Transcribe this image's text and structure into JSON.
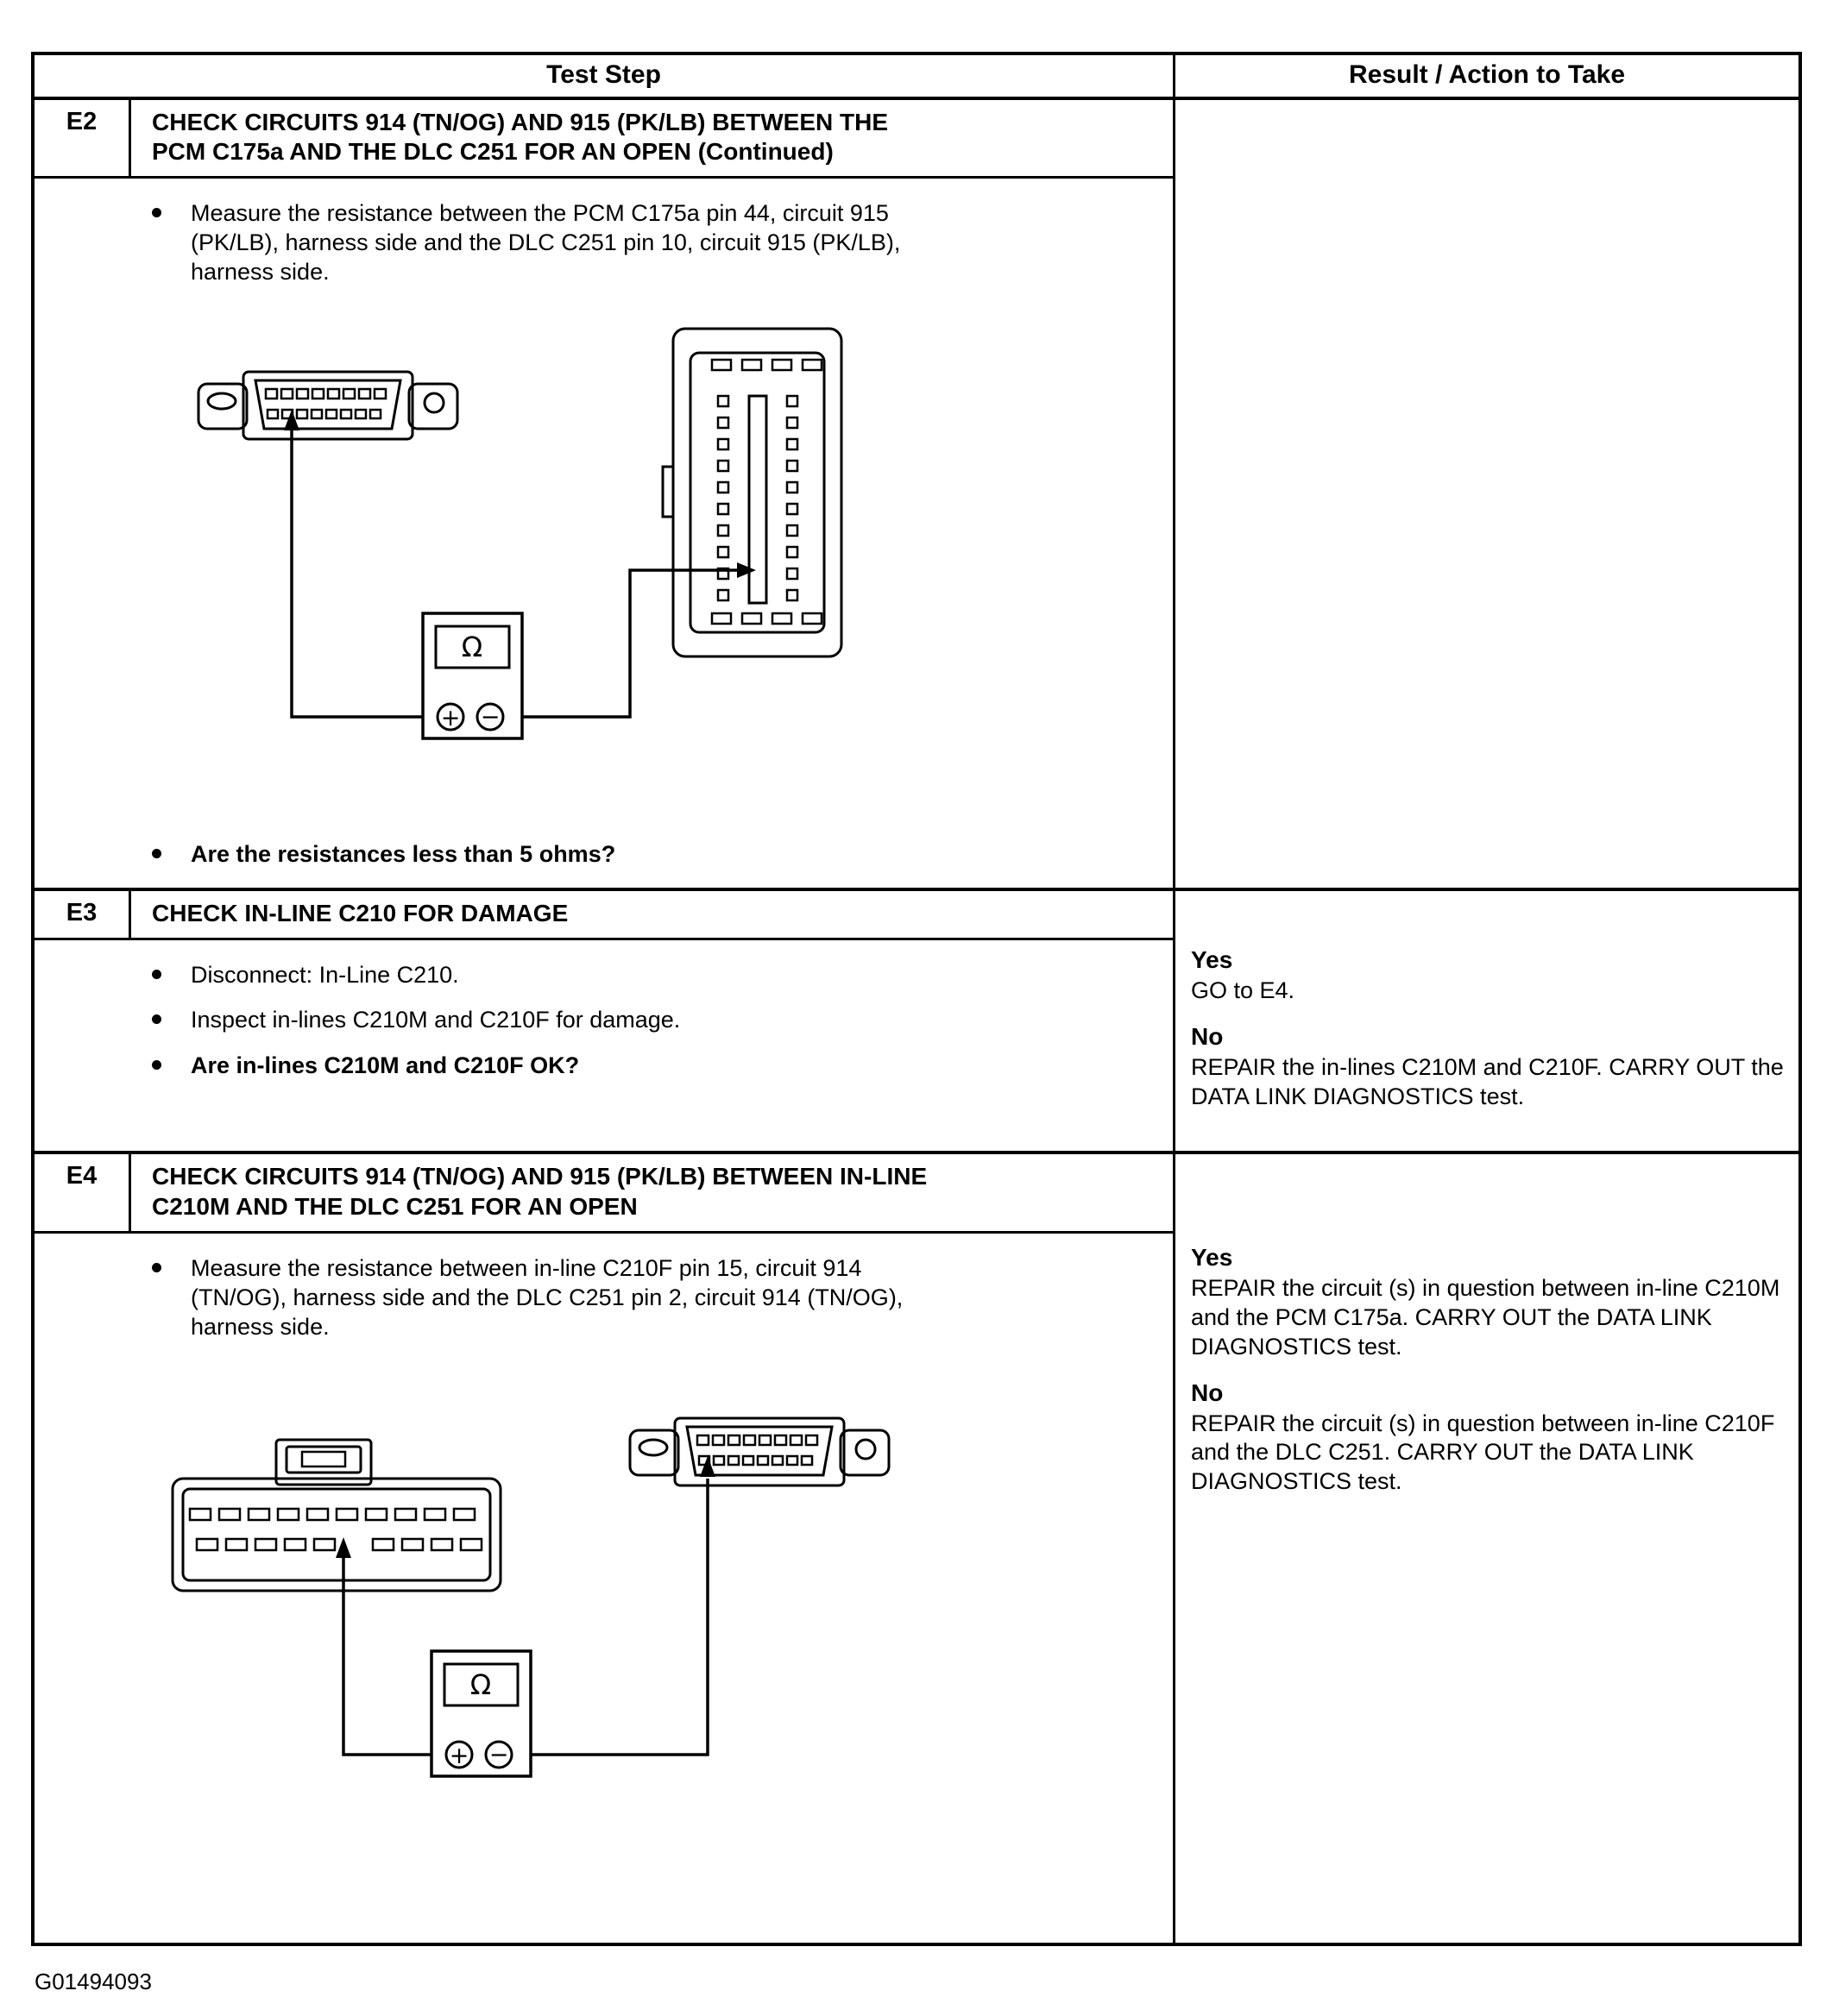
{
  "page": {
    "figure_id": "G01494093"
  },
  "symbols": {
    "ohm": "Ω",
    "plus": "+",
    "minus": "−"
  },
  "table": {
    "header": {
      "test_step": "Test Step",
      "result_action": "Result / Action to Take"
    },
    "rows": [
      {
        "id": "E2",
        "title": "CHECK CIRCUITS 914 (TN/OG) AND 915 (PK/LB) BETWEEN THE PCM C175a AND THE DLC C251 FOR AN OPEN (Continued)",
        "bullets": [
          "Measure the resistance between the PCM C175a pin 44, circuit 915 (PK/LB), harness side and the DLC C251 pin 10, circuit 915 (PK/LB), harness side."
        ],
        "question": "Are the resistances less than 5 ohms?",
        "results": []
      },
      {
        "id": "E3",
        "title": "CHECK IN-LINE C210 FOR DAMAGE",
        "bullets": [
          "Disconnect: In-Line C210.",
          "Inspect in-lines C210M and C210F for damage."
        ],
        "question": "Are in-lines C210M and C210F OK?",
        "results": [
          {
            "label": "Yes",
            "text": "GO to E4."
          },
          {
            "label": "No",
            "text": "REPAIR the in-lines C210M and C210F. CARRY OUT the DATA LINK DIAGNOSTICS test."
          }
        ]
      },
      {
        "id": "E4",
        "title": "CHECK CIRCUITS 914 (TN/OG) AND 915 (PK/LB) BETWEEN IN-LINE C210M AND THE DLC C251 FOR AN OPEN",
        "bullets": [
          "Measure the resistance between in-line C210F pin 15, circuit 914 (TN/OG), harness side and the DLC C251 pin 2, circuit 914 (TN/OG), harness side."
        ],
        "question": "",
        "results": [
          {
            "label": "Yes",
            "text": "REPAIR the circuit (s) in question between in-line C210M and the PCM C175a. CARRY OUT the DATA LINK DIAGNOSTICS test."
          },
          {
            "label": "No",
            "text": "REPAIR the circuit (s) in question between in-line C210F and the DLC C251. CARRY OUT the DATA LINK DIAGNOSTICS test."
          }
        ]
      }
    ]
  }
}
